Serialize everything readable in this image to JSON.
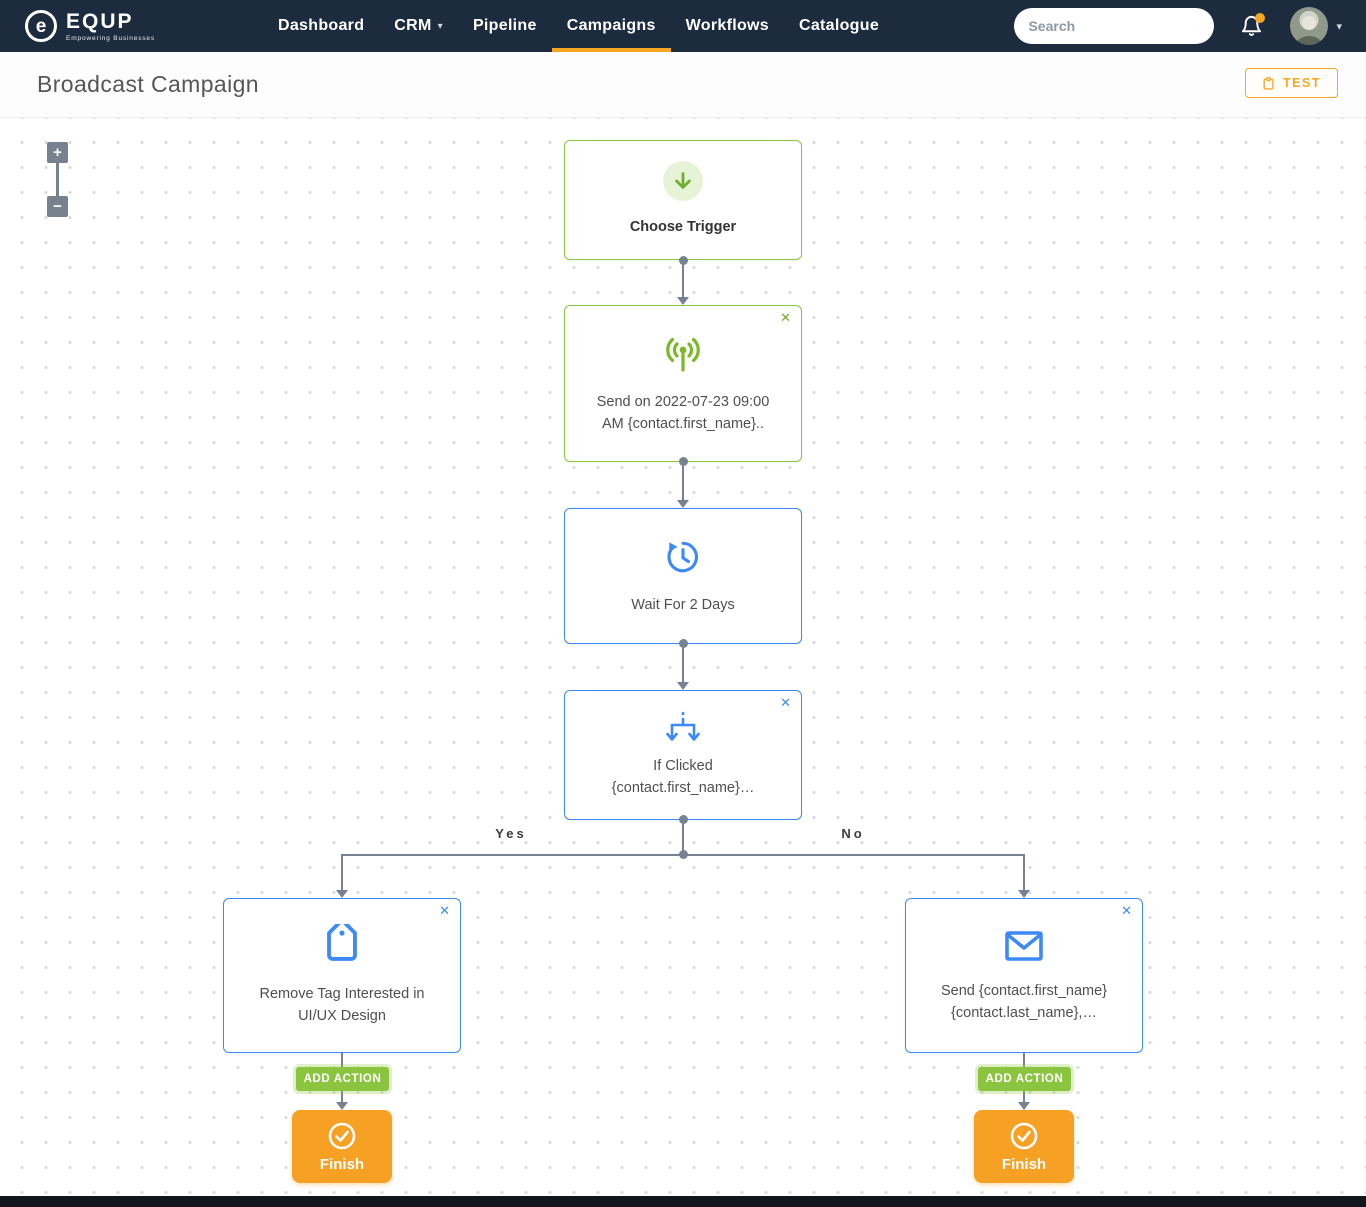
{
  "nav": {
    "brand": {
      "name": "EQUP",
      "mark": "e",
      "tagline": "Empowering Businesses"
    },
    "items": [
      {
        "label": "Dashboard"
      },
      {
        "label": "CRM"
      },
      {
        "label": "Pipeline"
      },
      {
        "label": "Campaigns"
      },
      {
        "label": "Workflows"
      },
      {
        "label": "Catalogue"
      }
    ],
    "active_item": "Campaigns",
    "search_placeholder": "Search",
    "caret": "▾"
  },
  "header": {
    "title": "Broadcast Campaign",
    "test_button_label": "TEST"
  },
  "flow": {
    "zoom_in": "+",
    "zoom_out": "−",
    "close_glyph": "✕",
    "trigger": {
      "label": "Choose Trigger"
    },
    "broadcast": {
      "label": "Send on 2022-07-23 09:00 AM {contact.first_name}.."
    },
    "wait": {
      "label": "Wait For 2 Days"
    },
    "condition": {
      "label": "If Clicked {contact.first_name}…"
    },
    "branch": {
      "yes": "Yes",
      "no": "No"
    },
    "yes_action": {
      "label": "Remove Tag Interested in UI/UX Design"
    },
    "no_action": {
      "label": "Send {contact.first_name} {contact.last_name},…"
    },
    "add_action_label": "ADD ACTION",
    "finish_label": "Finish"
  },
  "colors": {
    "navy": "#1c2b3e",
    "orange_accent": "#f5a623",
    "finish_orange": "#f7a124",
    "green": "#8bc53f",
    "blue": "#3d8af7",
    "connector_gray": "#76828f"
  }
}
